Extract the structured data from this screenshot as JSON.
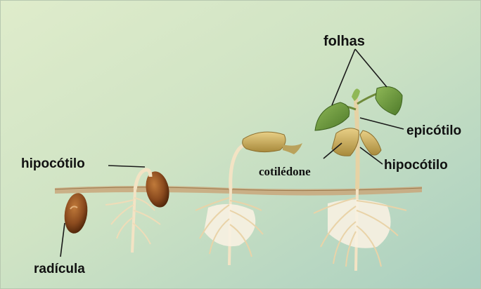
{
  "diagram": {
    "labels": {
      "folhas": "folhas",
      "epicotilo": "epicótilo",
      "hipocotilo_left": "hipocótilo",
      "hipocotilo_right": "hipocótilo",
      "cotiledone": "cotilédone",
      "radicula": "radícula"
    },
    "colors": {
      "background_light": "#dfeccb",
      "background_teal": "#a9cfc0",
      "soil_line": "#c9a77b",
      "seed": "#8a4a1e",
      "cotyledon": "#d9b864",
      "leaf": "#6f9a3c",
      "root": "#f3e3c4",
      "leader_line": "#1a1a1a"
    }
  }
}
